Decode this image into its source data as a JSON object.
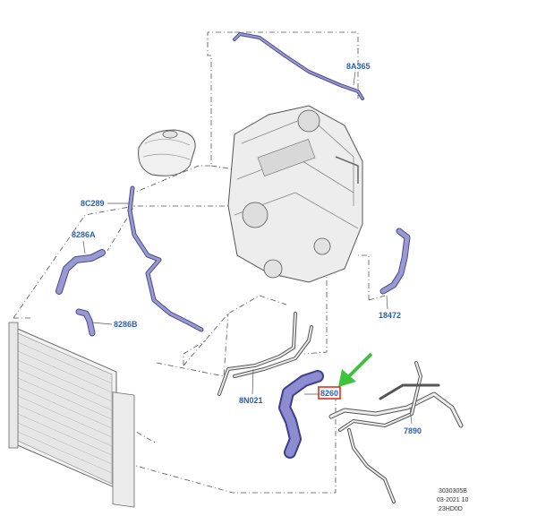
{
  "callouts": {
    "p8A365": "8A365",
    "p8C289": "8C289",
    "p8286A": "8286A",
    "p8286B": "8286B",
    "p18472": "18472",
    "p8N021": "8N021",
    "p8260": "8260",
    "p7890": "7890"
  },
  "footer": {
    "line1": "3030305B",
    "line2": "03-2021 10",
    "line3": "23HD0D"
  },
  "colors": {
    "callout": "#2a5fb0",
    "highlight_box": "#e0301e",
    "arrow": "#3cc43c",
    "hose_fill": "#8c8cc8",
    "hose_stroke": "#4a4a8a",
    "part_stroke": "#555555"
  }
}
